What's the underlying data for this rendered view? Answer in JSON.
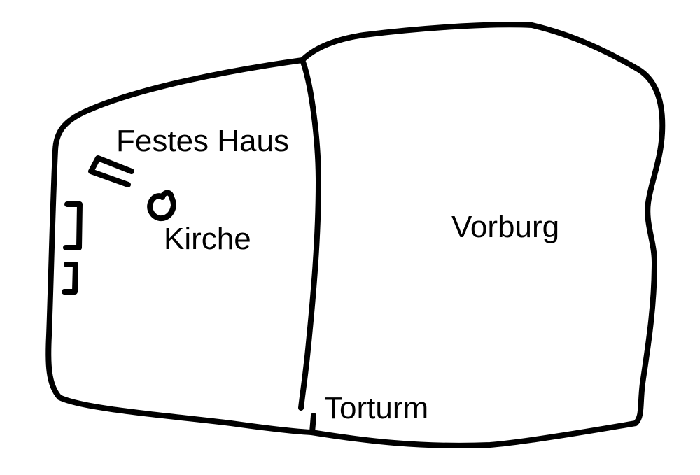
{
  "labels": {
    "festes_haus": "Festes Haus",
    "kirche": "Kirche",
    "vorburg": "Vorburg",
    "torturm": "Torturm"
  },
  "colors": {
    "line": "#000000",
    "background": "#ffffff"
  }
}
